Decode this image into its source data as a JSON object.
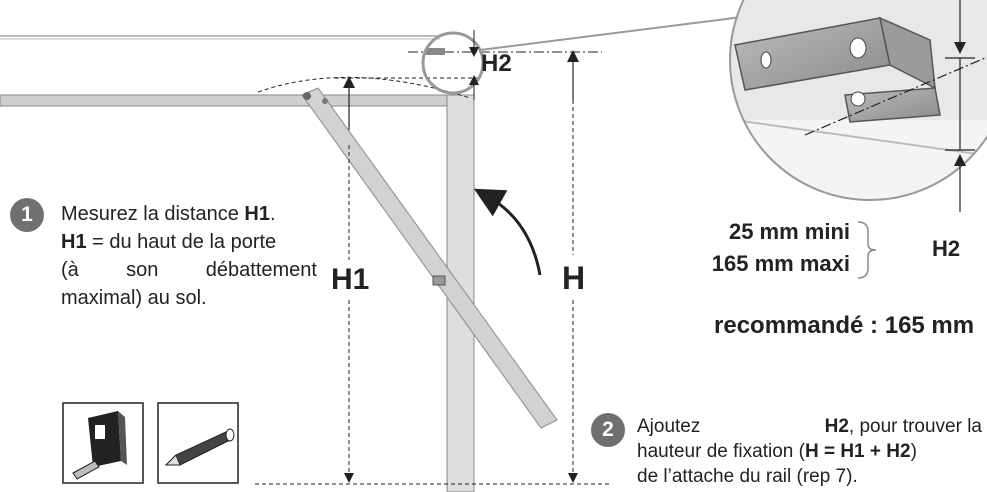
{
  "labels": {
    "h": "H",
    "h1": "H1",
    "h2_top": "H2",
    "h2_detail": "H2"
  },
  "step1": {
    "number": "1",
    "line1_pre": "Mesurez la distance ",
    "line1_bold": "H1",
    "line1_post": ".",
    "line2_bold": "H1",
    "line2_post": " = du haut de la porte",
    "line3_a": "(à",
    "line3_b": "son",
    "line3_c": "débattement",
    "line4": "maximal) au sol."
  },
  "spec": {
    "min": "25 mm mini",
    "max": "165 mm maxi",
    "recommended": "recommandé : 165 mm"
  },
  "step2": {
    "number": "2",
    "line1_a": "Ajoutez",
    "line1_bold": "H2",
    "line1_b": ", pour trouver la",
    "line2_pre": "hauteur de fixation (",
    "line2_bold": "H = H1 + H2",
    "line2_post": ")",
    "line3": "de l’attache du rail (rep 7)."
  },
  "tools": [
    "tape-measure-icon",
    "pencil-icon"
  ],
  "colors": {
    "ink": "#222222",
    "rail": "#c8c8c8",
    "door": "#d0d0d0",
    "badge": "#707070"
  }
}
